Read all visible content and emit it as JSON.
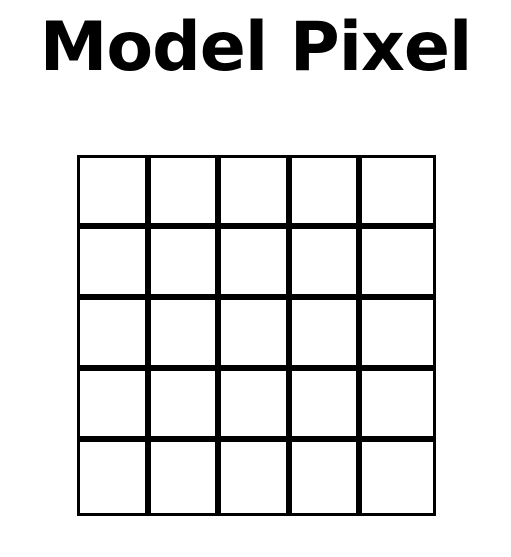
{
  "title": "Model Pixel",
  "grid": {
    "rows": 5,
    "columns": 5,
    "line_color": "#000000",
    "cell_color": "#ffffff"
  }
}
